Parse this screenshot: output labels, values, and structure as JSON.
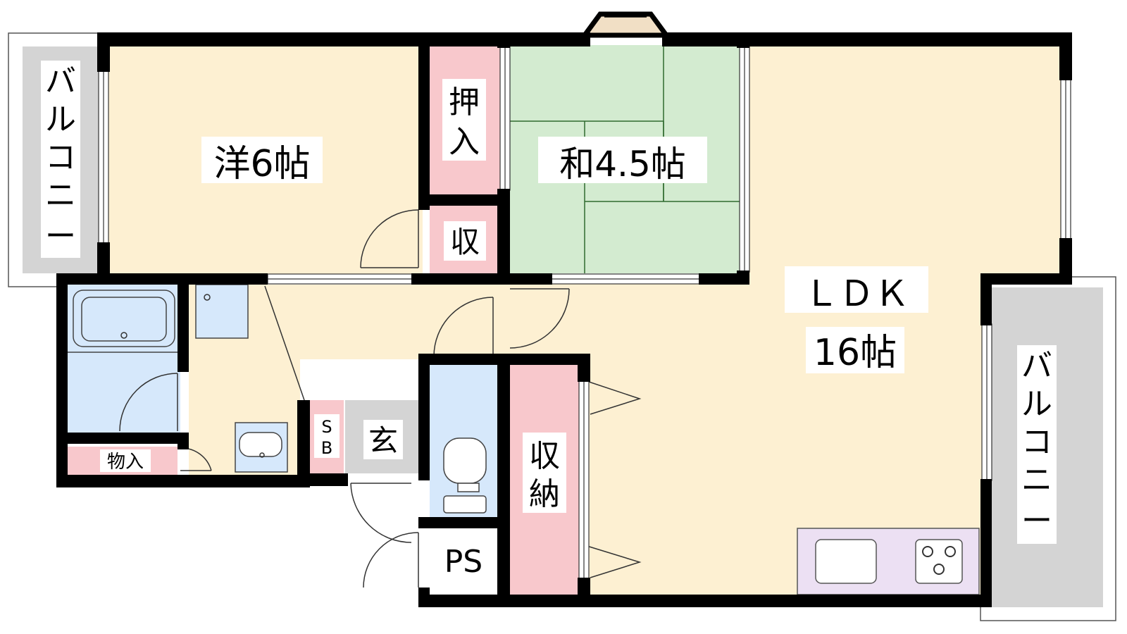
{
  "plan": {
    "rooms": {
      "western": "洋6帖",
      "japanese": "和4.5帖",
      "ldk_name": "ＬＤＫ",
      "ldk_size": "16帖",
      "closet_oshiire": "押入",
      "storage_small": "収",
      "storage_large": "収納",
      "entrance": "玄",
      "shoe_box": "SB",
      "storeroom": "物入",
      "pipe_space": "PS",
      "balcony_left": "バルコニー",
      "balcony_right": "バルコニー"
    }
  },
  "colors": {
    "wall": "#000000",
    "room_beige": "#fdf0d2",
    "tatami_green": "#d3ebd0",
    "storage_pink": "#f8c8cc",
    "wet_blue": "#d6e8fb",
    "balcony_gray": "#d4d4d4",
    "entrance_gray": "#d4d4d4",
    "kitchen_lavender": "#ece0f3",
    "bay_window": "#f1dfc5"
  }
}
